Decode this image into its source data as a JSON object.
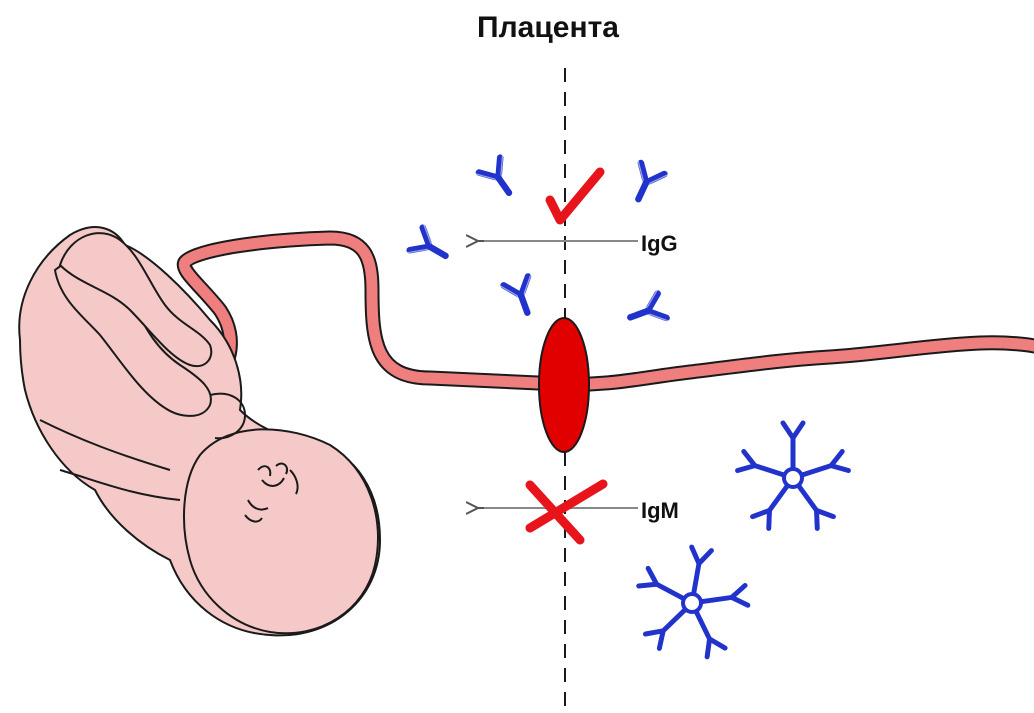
{
  "title": "Плацента",
  "labels": {
    "igg": "IgG",
    "igm": "IgM"
  },
  "colors": {
    "fetus_skin": "#f6c9c9",
    "outline": "#1a1a1a",
    "umbilical_cord": "#ef7f7f",
    "placenta": "#e00000",
    "antibody": "#2233cc",
    "mark": "#e8141c",
    "arrow": "#9a9a9a"
  },
  "icons": {
    "igg_monomer": "y-shaped-antibody-icon",
    "igm_pentamer": "star-shaped-antibody-icon",
    "passes": "checkmark-icon",
    "blocked": "cross-icon"
  }
}
